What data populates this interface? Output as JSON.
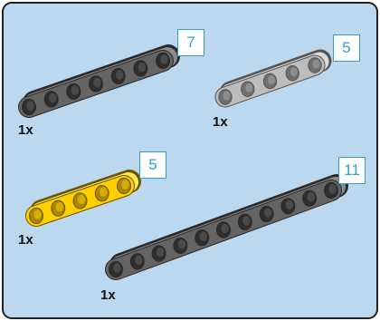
{
  "colors": {
    "panel_bg": "#bcd8ee",
    "panel_border": "#222222",
    "label_blue": "#2f9fd0",
    "dark_gray": "#646464",
    "light_gray": "#bdbdbd",
    "yellow": "#ffd000"
  },
  "parts": [
    {
      "name": "beam-7-dark-gray",
      "color": "dark_gray",
      "holes": 7,
      "quantity": "1x",
      "length": "7"
    },
    {
      "name": "beam-5-light-gray",
      "color": "light_gray",
      "holes": 5,
      "quantity": "1x",
      "length": "5"
    },
    {
      "name": "beam-5-yellow",
      "color": "yellow",
      "holes": 5,
      "quantity": "1x",
      "length": "5"
    },
    {
      "name": "beam-11-dark-gray",
      "color": "dark_gray",
      "holes": 11,
      "quantity": "1x",
      "length": "11"
    }
  ]
}
